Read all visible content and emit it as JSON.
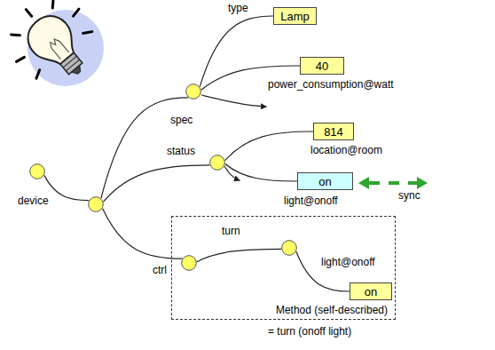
{
  "diagram": {
    "nodes": [
      {
        "text": []
      },
      {
        "text": []
      },
      {
        "text": []
      },
      {
        "text": []
      },
      {
        "text": [
          "Lamp"
        ]
      },
      {
        "text": [
          "40"
        ]
      },
      {
        "text": [
          "814"
        ]
      },
      {
        "text": [
          "on"
        ]
      },
      {
        "text": [
          "Method (self-described)"
        ]
      },
      {
        "text": [],
        "in": 8
      },
      {
        "text": [],
        "in": 8
      },
      {
        "text": [
          "on"
        ],
        "in": 8
      }
    ],
    "edges": [
      {
        "from": 0,
        "to": 1,
        "arrow": "none",
        "label": "device"
      },
      {
        "from": 1,
        "to": 2,
        "arrow": "none",
        "label": "spec"
      },
      {
        "from": 1,
        "to": 3,
        "arrow": "none",
        "label": "status"
      },
      {
        "from": 1,
        "to": 9,
        "arrow": "none",
        "label": "ctrl"
      },
      {
        "from": 2,
        "to": 4,
        "arrow": "none",
        "label": "type"
      },
      {
        "from": 2,
        "to": 5,
        "arrow": "none",
        "label": "power_consumption@watt"
      },
      {
        "from": 3,
        "to": 6,
        "arrow": "none",
        "label": "location@room"
      },
      {
        "from": 3,
        "to": 7,
        "arrow": "none",
        "label": "light@onoff"
      },
      {
        "from": 9,
        "to": 10,
        "arrow": "none",
        "label": "turn"
      },
      {
        "from": 10,
        "to": 11,
        "arrow": "none",
        "label": "light@onoff"
      }
    ],
    "labels": [
      "sync",
      "= turn (onoff light)"
    ]
  }
}
